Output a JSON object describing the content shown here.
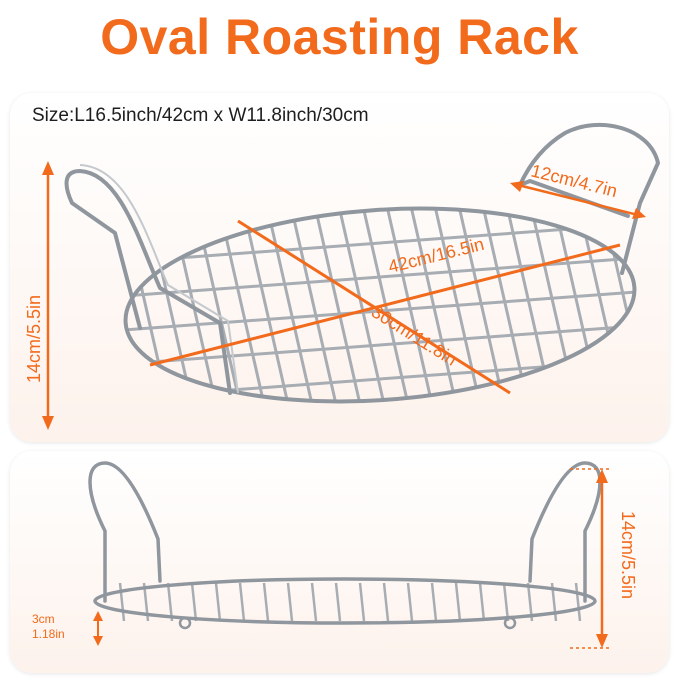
{
  "title": "Oval Roasting Rack",
  "size_text": "Size:L16.5inch/42cm x W11.8inch/30cm",
  "top_view": {
    "height_dim": "14cm/5.5in",
    "handle_dim": "12cm/4.7in",
    "length_dim": "42cm/16.5in",
    "width_dim": "30cm/11.8in"
  },
  "side_view": {
    "height_dim": "14cm/5.5in",
    "leg_cm": "3cm",
    "leg_in": "1.18in"
  },
  "colors": {
    "accent": "#f26a1b",
    "metal": "#9aa0a6"
  }
}
